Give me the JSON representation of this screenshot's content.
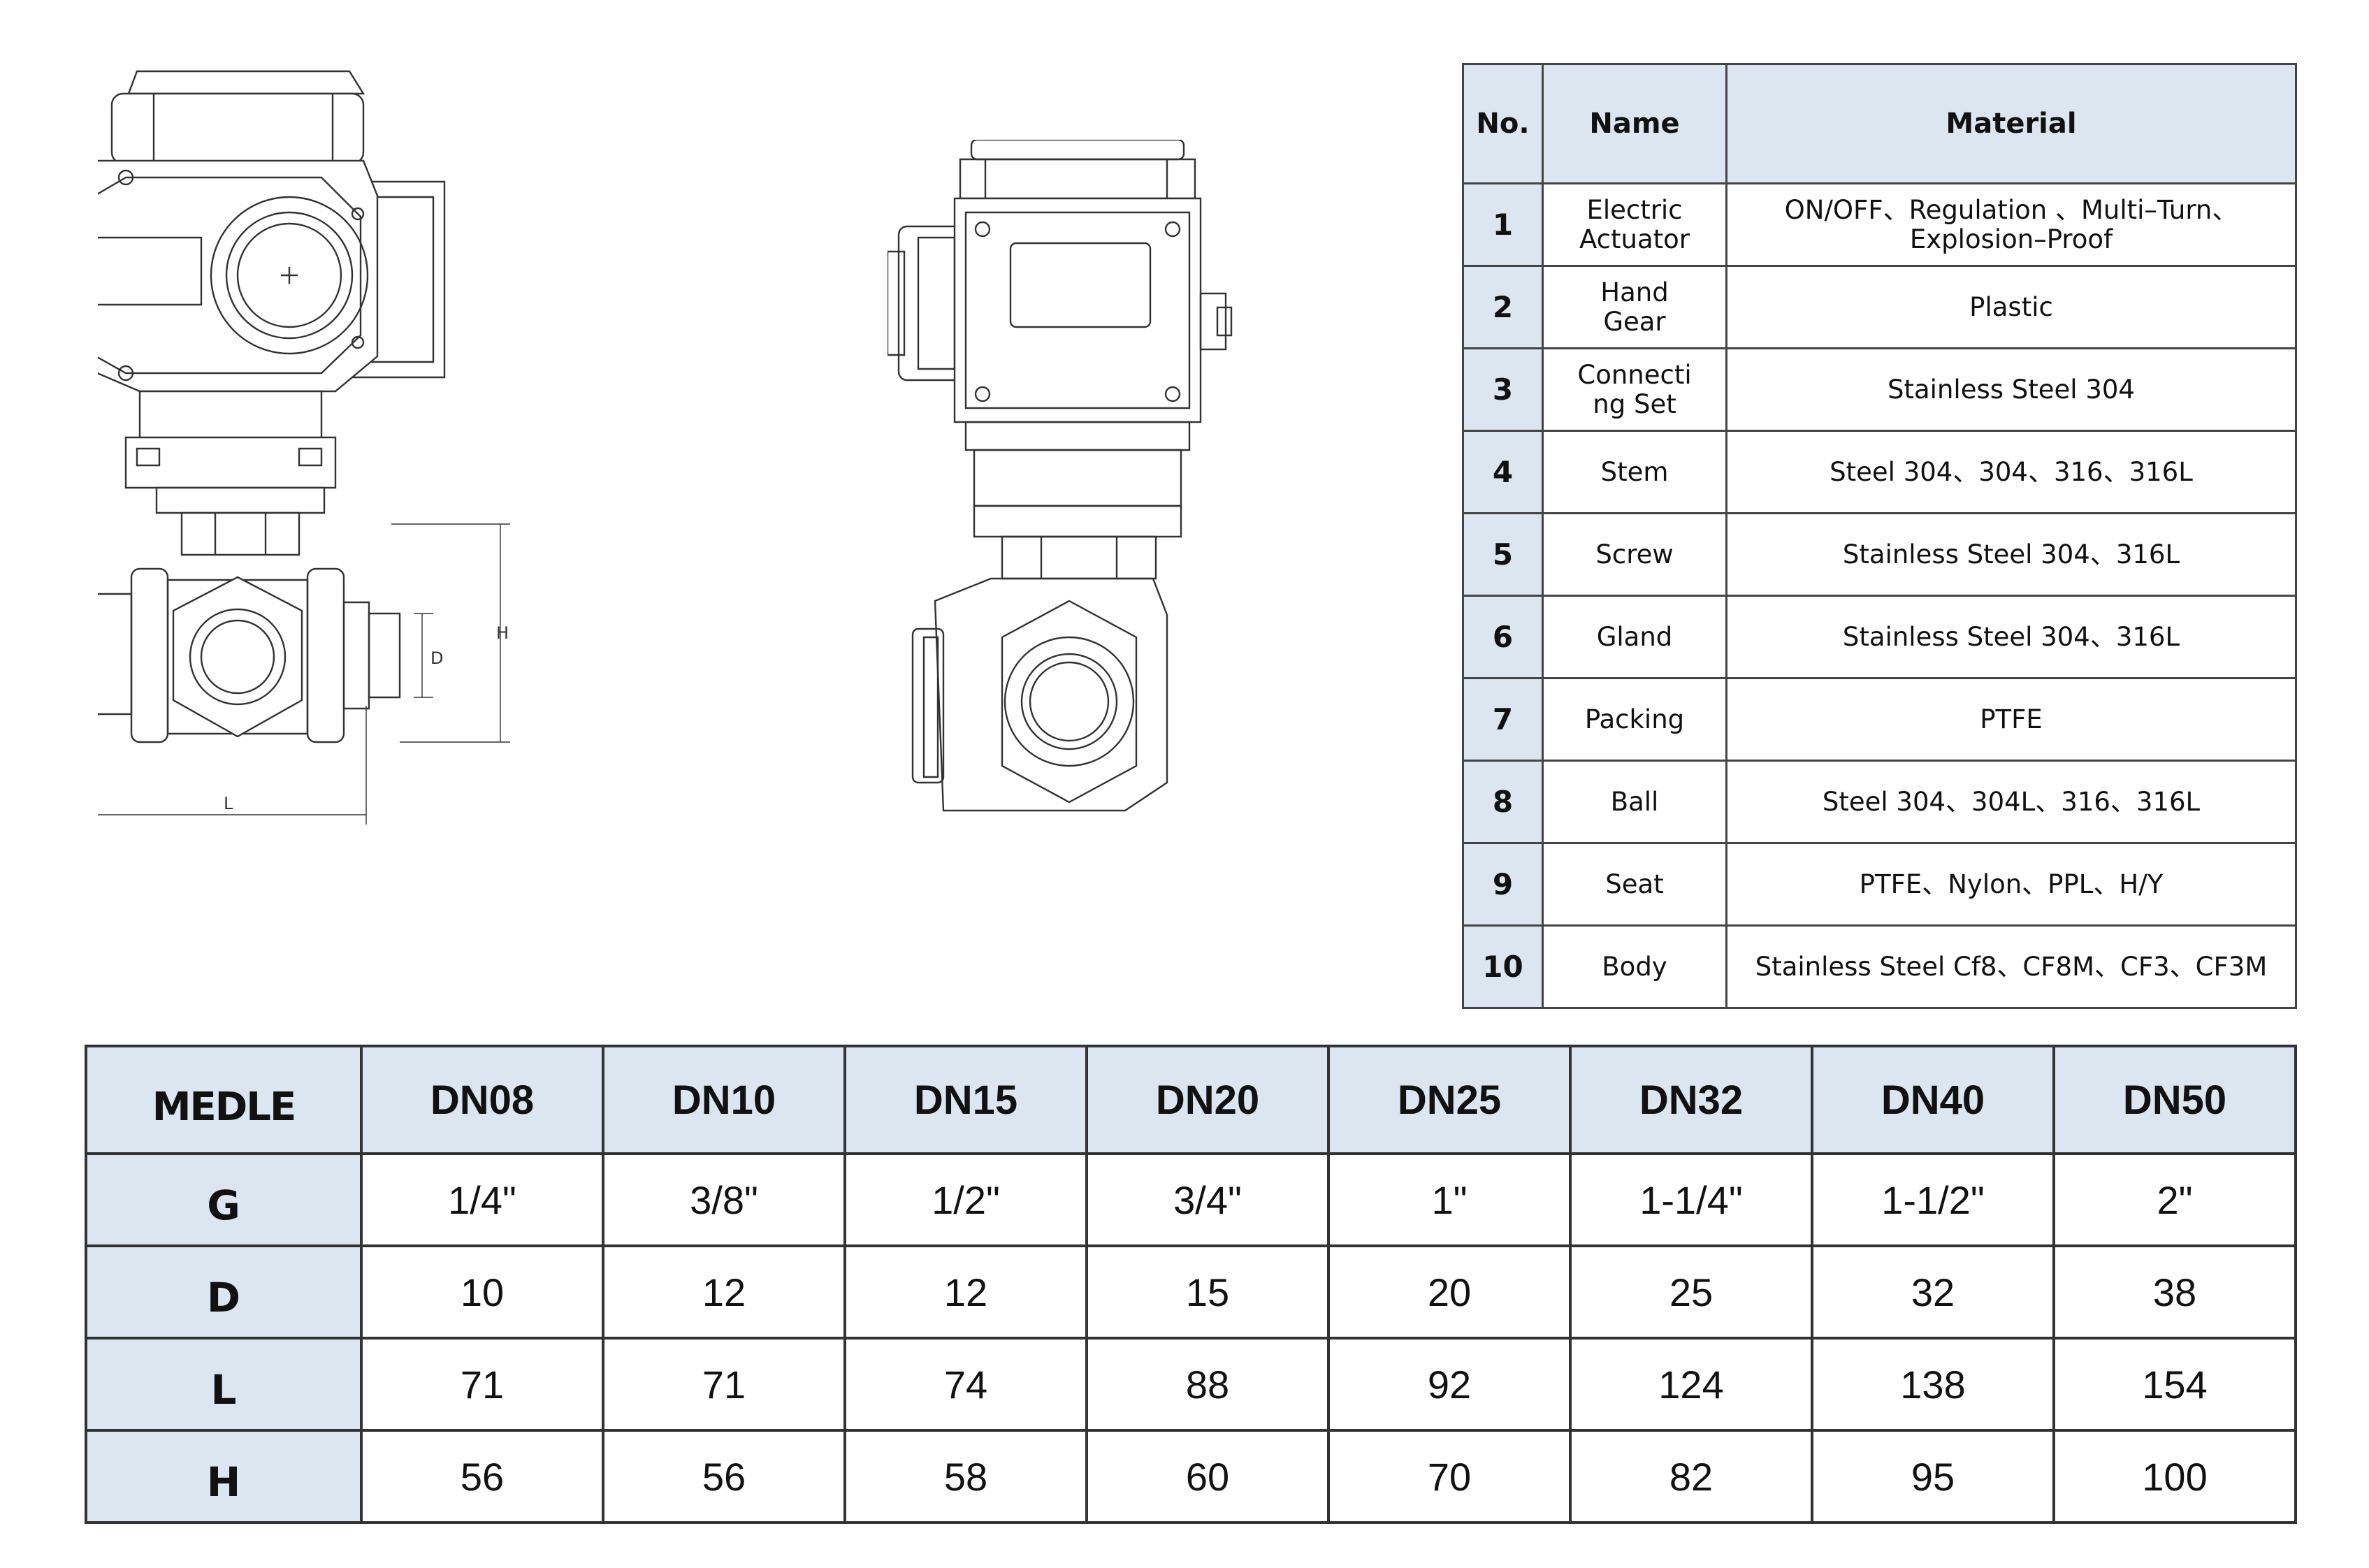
{
  "materials_table": {
    "headers": {
      "no": "No.",
      "name": "Name",
      "material": "Material"
    },
    "rows": [
      {
        "no": "1",
        "name": [
          "Electric",
          "Actuator"
        ],
        "material": [
          "ON/OFF、Regulation 、Multi–Turn、",
          "Explosion–Proof"
        ]
      },
      {
        "no": "2",
        "name": [
          "Hand",
          "Gear"
        ],
        "material": [
          "Plastic"
        ]
      },
      {
        "no": "3",
        "name": [
          "Connecti",
          "ng Set"
        ],
        "material": [
          "Stainless Steel 304"
        ]
      },
      {
        "no": "4",
        "name": [
          "Stem"
        ],
        "material": [
          "Steel 304、304、316、316L"
        ]
      },
      {
        "no": "5",
        "name": [
          "Screw"
        ],
        "material": [
          "Stainless Steel 304、316L"
        ]
      },
      {
        "no": "6",
        "name": [
          "Gland"
        ],
        "material": [
          "Stainless Steel 304、316L"
        ]
      },
      {
        "no": "7",
        "name": [
          "Packing"
        ],
        "material": [
          "PTFE"
        ]
      },
      {
        "no": "8",
        "name": [
          "Ball"
        ],
        "material": [
          "Steel 304、304L、316、316L"
        ]
      },
      {
        "no": "9",
        "name": [
          "Seat"
        ],
        "material": [
          "PTFE、Nylon、PPL、H/Y"
        ]
      },
      {
        "no": "10",
        "name": [
          "Body"
        ],
        "material": [
          "Stainless Steel Cf8、CF8M、CF3、CF3M"
        ]
      }
    ]
  },
  "dimensions_table": {
    "corner": "MEDLE",
    "columns": [
      "DN08",
      "DN10",
      "DN15",
      "DN20",
      "DN25",
      "DN32",
      "DN40",
      "DN50"
    ],
    "rows": [
      {
        "label": "G",
        "values": [
          "1/4\"",
          "3/8\"",
          "1/2\"",
          "3/4\"",
          "1\"",
          "1-1/4\"",
          "1-1/2\"",
          "2\""
        ]
      },
      {
        "label": "D",
        "values": [
          "10",
          "12",
          "12",
          "15",
          "20",
          "25",
          "32",
          "38"
        ]
      },
      {
        "label": "L",
        "values": [
          "71",
          "71",
          "74",
          "88",
          "92",
          "124",
          "138",
          "154"
        ]
      },
      {
        "label": "H",
        "values": [
          "56",
          "56",
          "58",
          "60",
          "70",
          "82",
          "95",
          "100"
        ]
      }
    ]
  },
  "drawing_labels": {
    "height": "H",
    "bore": "D",
    "length": "L"
  },
  "colors": {
    "header_fill": "#dce6f0",
    "line": "#333333"
  }
}
